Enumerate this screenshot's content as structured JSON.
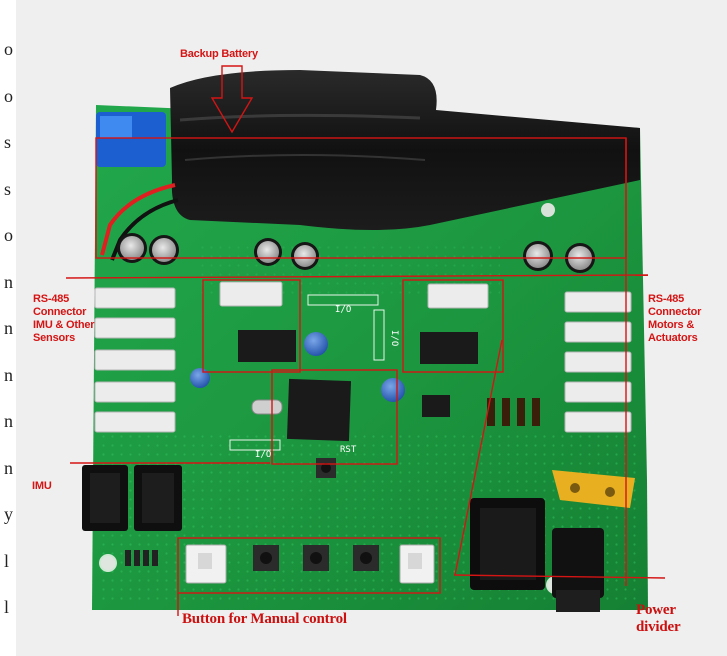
{
  "labels": {
    "backup_battery": "Backup Battery",
    "rs485_left": [
      "RS-485",
      "Connector",
      "IMU & Other",
      "Sensors"
    ],
    "rs485_right": [
      "RS-485",
      "Connector",
      "Motors &",
      "Actuators"
    ],
    "imu": "IMU",
    "button_manual": "Button for Manual control",
    "power_divider": [
      "Power",
      "divider"
    ]
  },
  "board_markings": {
    "io_top": "I/O",
    "io_right": "I/O",
    "io_bottom": "I/O",
    "rst": "RST"
  },
  "margin_glyphs": [
    "o",
    "o",
    "s",
    "s",
    "o",
    "n",
    "n",
    "n",
    "n",
    "n",
    "y",
    "l",
    "l"
  ],
  "colors": {
    "annotation_red": "#d51414",
    "pcb_green": "#1d9a44",
    "pcb_dark": "#137a34",
    "battery_black": "#141414",
    "connector_white": "#ececec"
  }
}
